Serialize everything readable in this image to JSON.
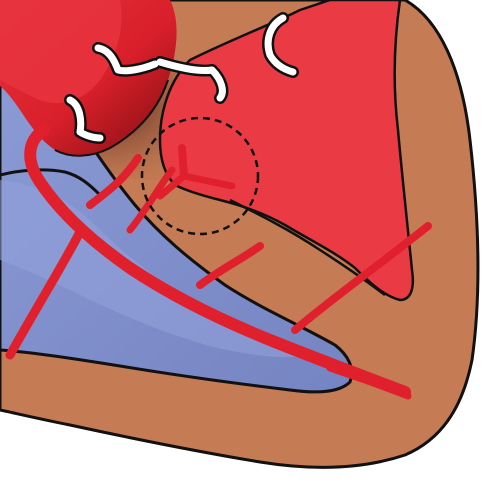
{
  "diagram": {
    "kind": "anatomical illustration",
    "regions": [
      {
        "name": "myocardium-wall",
        "color": "#C57B54"
      },
      {
        "name": "blue-cavity",
        "color": "#7F90CB"
      },
      {
        "name": "red-chamber",
        "color": "#EA3B45"
      },
      {
        "name": "great-vessel",
        "color": "#E22B35"
      },
      {
        "name": "conduction-branches",
        "color": "#E0202C"
      },
      {
        "name": "marker-circle",
        "color": "#111111"
      }
    ],
    "labels": []
  }
}
